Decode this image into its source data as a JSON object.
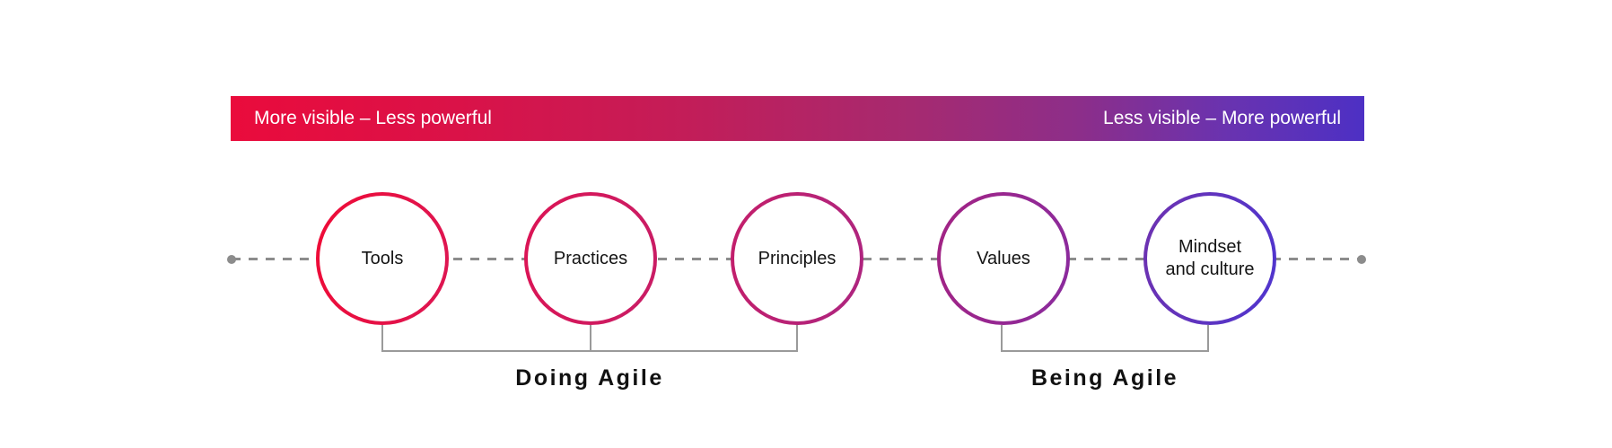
{
  "banner": {
    "left_label": "More visible – Less powerful",
    "right_label": "Less visible – More powerful",
    "gradient_left_color": "#ea0b3c",
    "gradient_right_color": "#4d30c4",
    "text_color": "#ffffff"
  },
  "spectrum_line": {
    "style": "dashed",
    "color": "#8c8c8c"
  },
  "circles": [
    {
      "label": "Tools",
      "ring_color": "#e9103f"
    },
    {
      "label": "Practices",
      "ring_color": "#d41a5c"
    },
    {
      "label": "Principles",
      "ring_color": "#ba2173"
    },
    {
      "label": "Values",
      "ring_color": "#97268d"
    },
    {
      "label": "Mindset\nand culture",
      "ring_color": "#5d34c2"
    }
  ],
  "groups": [
    {
      "label": "Doing Agile"
    },
    {
      "label": "Being Agile"
    }
  ],
  "bracket_color": "#9a9a9a"
}
